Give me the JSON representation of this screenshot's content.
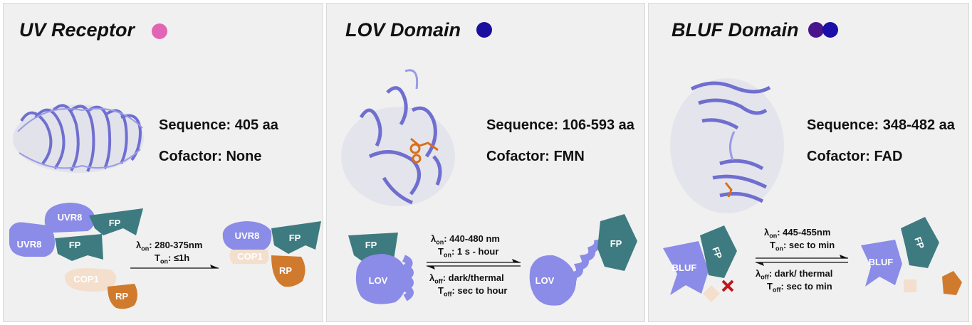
{
  "colors": {
    "uv_dot": "#e264b4",
    "lov_dot": "#1a0f9e",
    "bluf_dot_1": "#4a148c",
    "bluf_dot_2": "#1a0fa8",
    "receptor": "#8b8be8",
    "fp": "#3d7b80",
    "cop1": "#f3dfcc",
    "rp": "#d07a2d",
    "protein": "#7a7ad8"
  },
  "panels": [
    {
      "title": "UV Receptor",
      "sequence": "Sequence: 405 aa",
      "cofactor": "Cofactor: None",
      "labels": {
        "uvr8_a": "UVR8",
        "uvr8_b": "UVR8",
        "fp_top": "FP",
        "fp_mid": "FP",
        "cop1": "COP1",
        "rp": "RP",
        "uvr8_r": "UVR8",
        "cop1_r": "COP1",
        "fp_r": "FP",
        "rp_r": "RP"
      },
      "cond_on_sym": "λ",
      "cond_on_sub": "on",
      "cond_on_val": ": 280-375nm",
      "cond_t_sym": "T",
      "cond_t_sub": "on",
      "cond_t_val": ": ≤1h"
    },
    {
      "title": "LOV Domain",
      "sequence": "Sequence: 106-593 aa",
      "cofactor": "Cofactor: FMN",
      "labels": {
        "fp_l": "FP",
        "lov_l": "LOV",
        "lov_r": "LOV",
        "fp_r": "FP"
      },
      "on_sym": "λ",
      "on_sub": "on",
      "on_val": ": 440-480 nm",
      "ton_sym": "T",
      "ton_sub": "on",
      "ton_val": ": 1 s - hour",
      "off_sym": "λ",
      "off_sub": "off",
      "off_val": ": dark/thermal",
      "toff_sym": "T",
      "toff_sub": "off",
      "toff_val": ": sec to hour"
    },
    {
      "title": "BLUF Domain",
      "sequence": "Sequence: 348-482 aa",
      "cofactor": "Cofactor: FAD",
      "labels": {
        "bluf_l": "BLUF",
        "fp_l": "FP",
        "bluf_r": "BLUF",
        "fp_r": "FP"
      },
      "on_sym": "λ",
      "on_sub": "on",
      "on_val": ": 445-455nm",
      "ton_sym": "T",
      "ton_sub": "on",
      "ton_val": ": sec to min",
      "off_sym": "λ",
      "off_sub": "off",
      "off_val": ": dark/ thermal",
      "toff_sym": "T",
      "toff_sub": "off",
      "toff_val": ": sec to min"
    }
  ]
}
